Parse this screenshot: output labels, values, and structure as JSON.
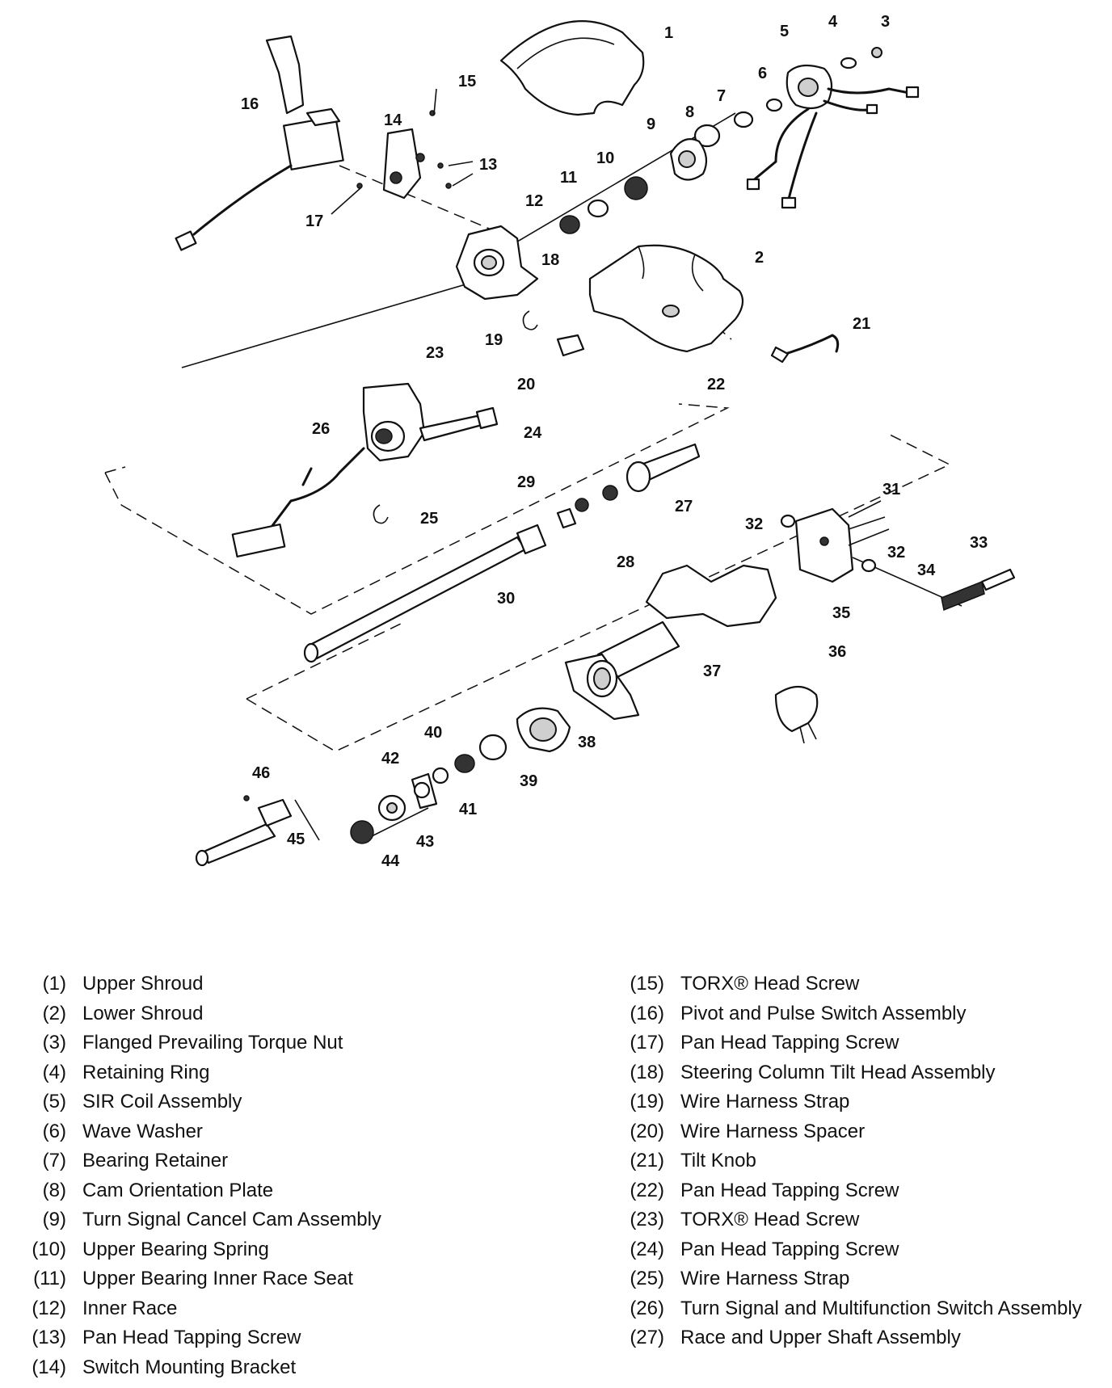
{
  "callouts": [
    "1",
    "2",
    "3",
    "4",
    "5",
    "6",
    "7",
    "8",
    "9",
    "10",
    "11",
    "12",
    "13",
    "14",
    "15",
    "16",
    "17",
    "18",
    "19",
    "20",
    "21",
    "22",
    "23",
    "24",
    "25",
    "26",
    "27",
    "28",
    "29",
    "30",
    "31",
    "32",
    "32",
    "33",
    "34",
    "35",
    "36",
    "37",
    "38",
    "39",
    "40",
    "41",
    "42",
    "43",
    "44",
    "45",
    "46"
  ],
  "legend": {
    "left": [
      {
        "num": "(1)",
        "name": "Upper Shroud"
      },
      {
        "num": "(2)",
        "name": "Lower Shroud"
      },
      {
        "num": "(3)",
        "name": "Flanged Prevailing Torque Nut"
      },
      {
        "num": "(4)",
        "name": "Retaining Ring"
      },
      {
        "num": "(5)",
        "name": "SIR Coil Assembly"
      },
      {
        "num": "(6)",
        "name": "Wave Washer"
      },
      {
        "num": "(7)",
        "name": "Bearing Retainer"
      },
      {
        "num": "(8)",
        "name": "Cam Orientation Plate"
      },
      {
        "num": "(9)",
        "name": "Turn Signal Cancel Cam Assembly"
      },
      {
        "num": "(10)",
        "name": "Upper Bearing Spring"
      },
      {
        "num": "(11)",
        "name": "Upper Bearing Inner Race Seat"
      },
      {
        "num": "(12)",
        "name": "Inner Race"
      },
      {
        "num": "(13)",
        "name": "Pan Head Tapping Screw"
      },
      {
        "num": "(14)",
        "name": "Switch Mounting Bracket"
      }
    ],
    "right": [
      {
        "num": "(15)",
        "name": "TORX® Head Screw"
      },
      {
        "num": "(16)",
        "name": "Pivot and Pulse Switch Assembly"
      },
      {
        "num": "(17)",
        "name": "Pan Head Tapping Screw"
      },
      {
        "num": "(18)",
        "name": "Steering Column Tilt Head Assembly"
      },
      {
        "num": "(19)",
        "name": "Wire Harness Strap"
      },
      {
        "num": "(20)",
        "name": "Wire Harness Spacer"
      },
      {
        "num": "(21)",
        "name": "Tilt Knob"
      },
      {
        "num": "(22)",
        "name": "Pan Head Tapping Screw"
      },
      {
        "num": "(23)",
        "name": "TORX® Head Screw"
      },
      {
        "num": "(24)",
        "name": "Pan Head Tapping Screw"
      },
      {
        "num": "(25)",
        "name": "Wire Harness Strap"
      },
      {
        "num": "(26)",
        "name": "Turn Signal and Multifunction Switch Assembly"
      },
      {
        "num": "(27)",
        "name": "Race and Upper Shaft Assembly"
      }
    ]
  }
}
